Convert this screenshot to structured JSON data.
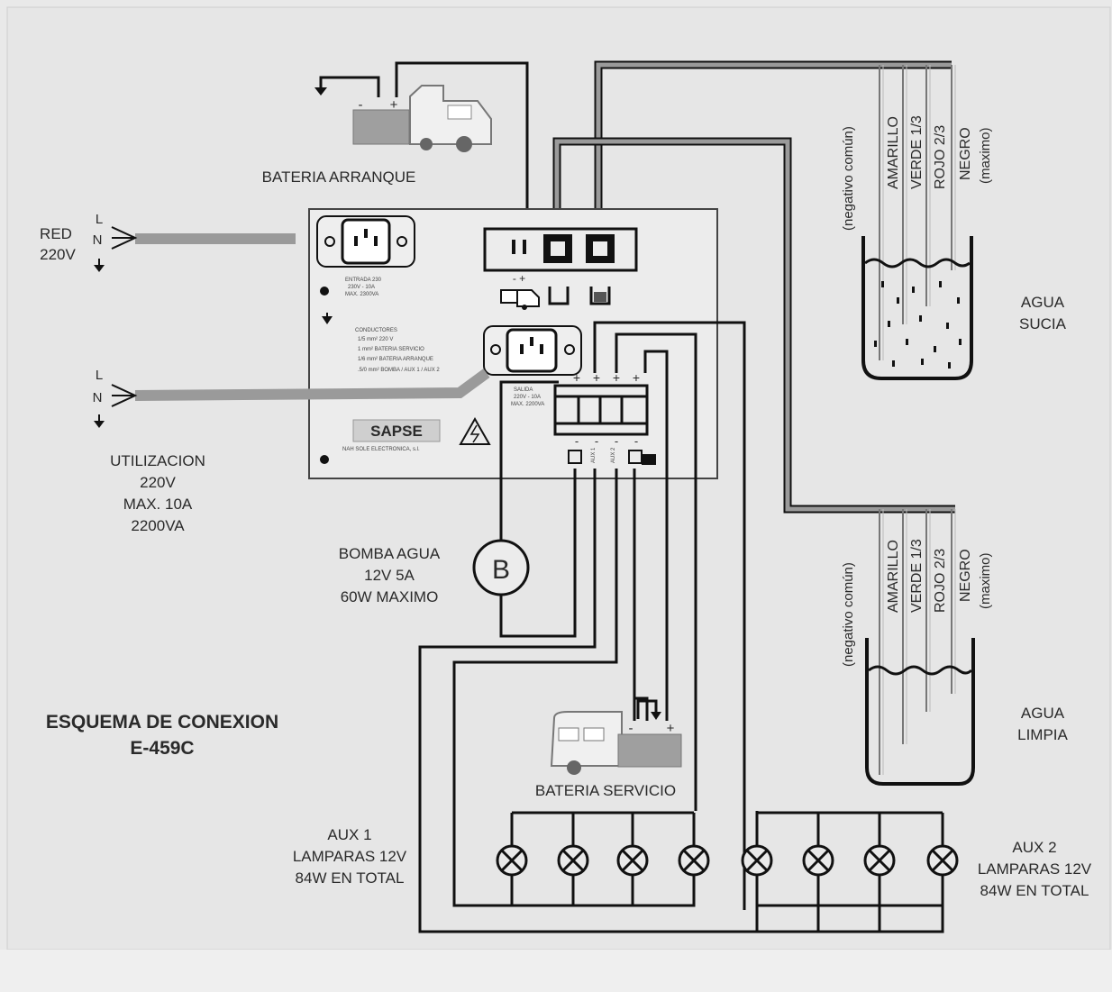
{
  "title": {
    "line1": "ESQUEMA DE CONEXION",
    "line2": "E-459C"
  },
  "bateria_arranque": {
    "label": "BATERIA ARRANQUE",
    "neg": "-",
    "pos": "+"
  },
  "red": {
    "line1": "RED",
    "line2": "220V",
    "l": "L",
    "n": "N"
  },
  "utilizacion": {
    "l": "L",
    "n": "N",
    "lines": [
      "UTILIZACION",
      "220V",
      "MAX. 10A",
      "2200VA"
    ]
  },
  "bomba": {
    "lines": [
      "BOMBA AGUA",
      "12V 5A",
      "60W MAXIMO"
    ],
    "symbol": "B"
  },
  "bateria_servicio": {
    "label": "BATERIA SERVICIO",
    "neg": "-",
    "pos": "+"
  },
  "aux1": {
    "lines": [
      "AUX 1",
      "LAMPARAS 12V",
      "84W EN TOTAL"
    ]
  },
  "aux2": {
    "lines": [
      "AUX 2",
      "LAMPARAS 12V",
      "84W EN TOTAL"
    ]
  },
  "agua_sucia": {
    "line1": "AGUA",
    "line2": "SUCIA"
  },
  "agua_limpia": {
    "line1": "AGUA",
    "line2": "LIMPIA"
  },
  "tank_sucia_wires": [
    "(negativo común)",
    "AMARILLO",
    "VERDE 1/3",
    "ROJO 2/3",
    "NEGRO",
    "(maximo)"
  ],
  "tank_limpia_wires": [
    "(negativo común)",
    "AMARILLO",
    "VERDE 1/3",
    "ROJO 2/3",
    "NEGRO",
    "(maximo)"
  ],
  "panel": {
    "entrada": [
      "ENTRADA 230",
      "230V - 10A",
      "MAX. 2300VA"
    ],
    "conductores": [
      "CONDUCTORES",
      "1/5 mm² 220 V",
      "1 mm² BATERIA SERVICIO",
      "1/6 mm² BATERIA ARRANQUE",
      ".5/0 mm² BOMBA / AUX 1 / AUX 2"
    ],
    "salida": [
      "SALIDA",
      "220V - 10A",
      "MAX. 2200VA"
    ],
    "brand": "SAPSE",
    "brand_sub": "NAH SOLE ELECTRONICA, s.l.",
    "term_minus_plus": "- +",
    "out_plus": [
      "+",
      "+",
      "+",
      "+"
    ],
    "out_minus": [
      "-",
      "-",
      "-",
      "-"
    ],
    "out_labels": [
      "AUX 1",
      "AUX 2"
    ]
  },
  "colors": {
    "background": "#e9e9e9",
    "line": "#111111",
    "grey_cable": "#9a9a9a",
    "battery": "#9f9f9f"
  }
}
